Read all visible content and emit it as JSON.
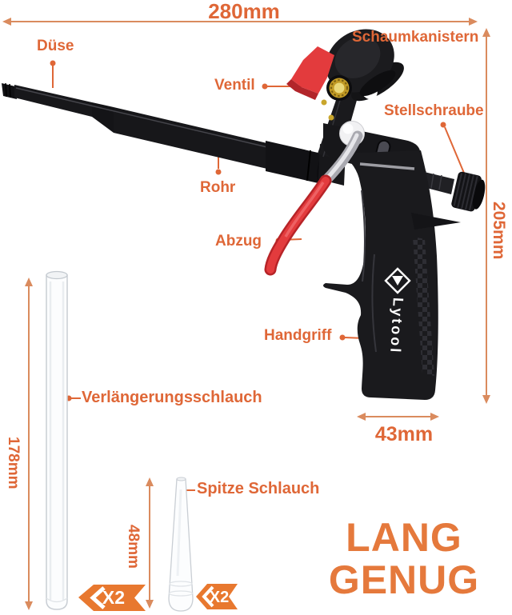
{
  "labels": {
    "duese": "Düse",
    "ventil": "Ventil",
    "schaumkanistern": "Schaumkanistern",
    "stellschraube": "Stellschraube",
    "rohr": "Rohr",
    "abzug": "Abzug",
    "handgriff": "Handgriff",
    "verlaengerungsschlauch": "Verlängerungsschlauch",
    "spitze_schlauch": "Spitze Schlauch"
  },
  "dimensions": {
    "overall_length": "280mm",
    "overall_height": "205mm",
    "handle_width": "43mm",
    "extension_tube_length": "178mm",
    "nozzle_tip_length": "48mm"
  },
  "quantities": {
    "extension_tube": "X2",
    "nozzle_tip": "X2"
  },
  "brand": {
    "name": "Lytool"
  },
  "tagline": {
    "line1": "LANG",
    "line2": "GENUG"
  },
  "colors": {
    "label": "#df6737",
    "line": "#da8b5e",
    "tagline": "#e5793c",
    "badge": "#e8782f",
    "trigger_red": "#e33b3d",
    "gun_black": "#19191c",
    "brass": "#c9a62c"
  }
}
